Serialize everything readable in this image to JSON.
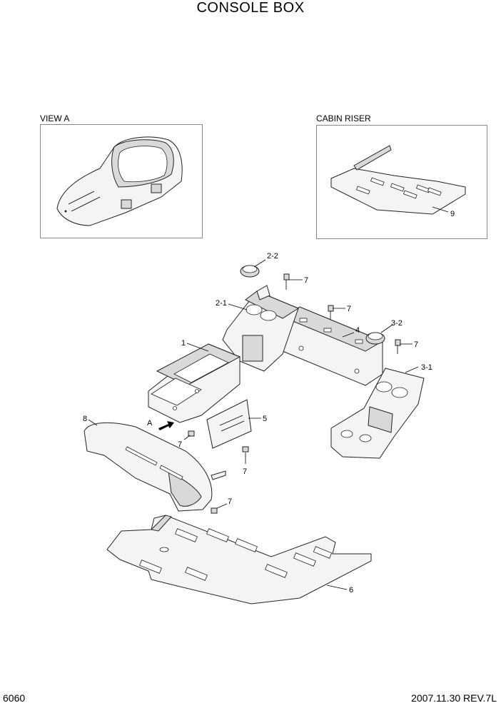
{
  "title": "CONSOLE BOX",
  "insets": {
    "view_a": {
      "label": "VIEW A"
    },
    "cabin_riser": {
      "label": "CABIN RISER",
      "callout": "9"
    }
  },
  "callouts": {
    "c1": "1",
    "c2_1": "2-1",
    "c2_2": "2-2",
    "c3_1": "3-1",
    "c3_2": "3-2",
    "c4": "4",
    "c5": "5",
    "c6": "6",
    "c7": "7",
    "c8": "8",
    "view_arrow": "A"
  },
  "footer": {
    "page_number": "6060",
    "revision": "2007.11.30  REV.7L"
  }
}
